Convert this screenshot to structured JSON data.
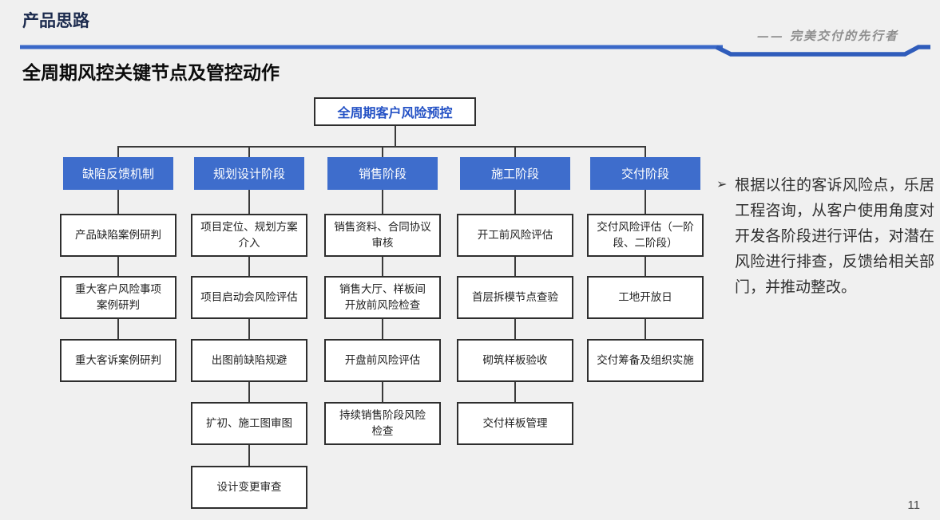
{
  "slide": {
    "title": "产品思路",
    "tagline": "—— 完美交付的先行者",
    "heading": "全周期风控关键节点及管控动作",
    "page_number": "11",
    "colors": {
      "background": "#f0f0f0",
      "title_navy": "#1c2b4e",
      "divider_blue": "#3a68c8",
      "divider_dip_blue": "#2f5cbb",
      "stage_blue": "#3e6dcc",
      "root_text_blue": "#2351c5",
      "connector_gray": "#3a3a3a",
      "tagline_gray": "#8f8f8f"
    }
  },
  "chart": {
    "root": "全周期客户风险预控",
    "columns": [
      {
        "header": "缺陷反馈机制",
        "children": [
          "产品缺陷案例研判",
          "重大客户风险事项\n案例研判",
          "重大客诉案例研判"
        ]
      },
      {
        "header": "规划设计阶段",
        "children": [
          "项目定位、规划方案\n介入",
          "项目启动会风险评估",
          "出图前缺陷规避",
          "扩初、施工图审图",
          "设计变更审查"
        ]
      },
      {
        "header": "销售阶段",
        "children": [
          "销售资料、合同协议\n审核",
          "销售大厅、样板间\n开放前风险检查",
          "开盘前风险评估",
          "持续销售阶段风险\n检查"
        ]
      },
      {
        "header": "施工阶段",
        "children": [
          "开工前风险评估",
          "首层拆模节点查验",
          "砌筑样板验收",
          "交付样板管理"
        ]
      },
      {
        "header": "交付阶段",
        "children": [
          "交付风险评估（一阶\n段、二阶段）",
          "工地开放日",
          "交付筹备及组织实施"
        ]
      }
    ]
  },
  "note": {
    "bullet": "➢",
    "text": "根据以往的客诉风险点，乐居工程咨询，从客户使用角度对开发各阶段进行评估，对潜在风险进行排查，反馈给相关部门，并推动整改。"
  }
}
